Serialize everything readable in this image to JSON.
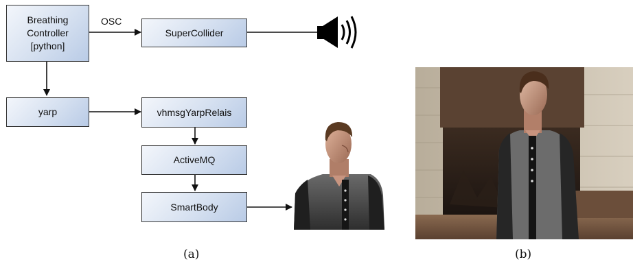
{
  "diagram": {
    "nodes": {
      "breathing_controller": "Breathing\nController\n[python]",
      "supercollider": "SuperCollider",
      "yarp": "yarp",
      "vhmsg": "vhmsgYarpRelais",
      "activemq": "ActiveMQ",
      "smartbody": "SmartBody"
    },
    "edge_label_osc": "OSC",
    "icons": [
      "speaker-icon",
      "avatar-render"
    ]
  },
  "captions": {
    "a": "(a)",
    "b": "(b)"
  },
  "colors": {
    "box_light": "#f3f6fb",
    "box_dark": "#b9cbe6",
    "stroke": "#111111"
  }
}
